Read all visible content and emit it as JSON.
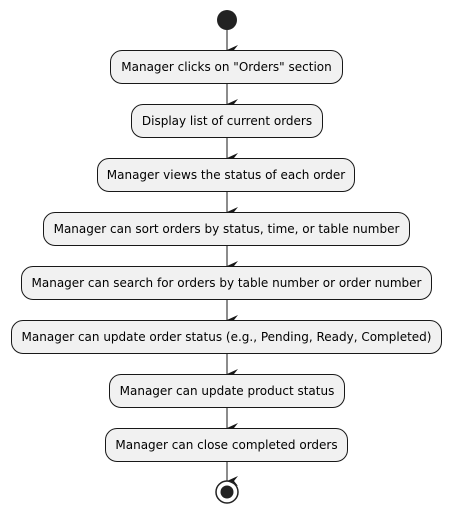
{
  "activities": [
    {
      "label": "Manager clicks on \"Orders\" section"
    },
    {
      "label": "Display list of current orders"
    },
    {
      "label": "Manager views the status of each order"
    },
    {
      "label": "Manager can sort orders by status, time, or table number"
    },
    {
      "label": "Manager can search for orders by table number or order number"
    },
    {
      "label": "Manager can update order status (e.g., Pending, Ready, Completed)"
    },
    {
      "label": "Manager can update product status"
    },
    {
      "label": "Manager can close completed orders"
    }
  ]
}
